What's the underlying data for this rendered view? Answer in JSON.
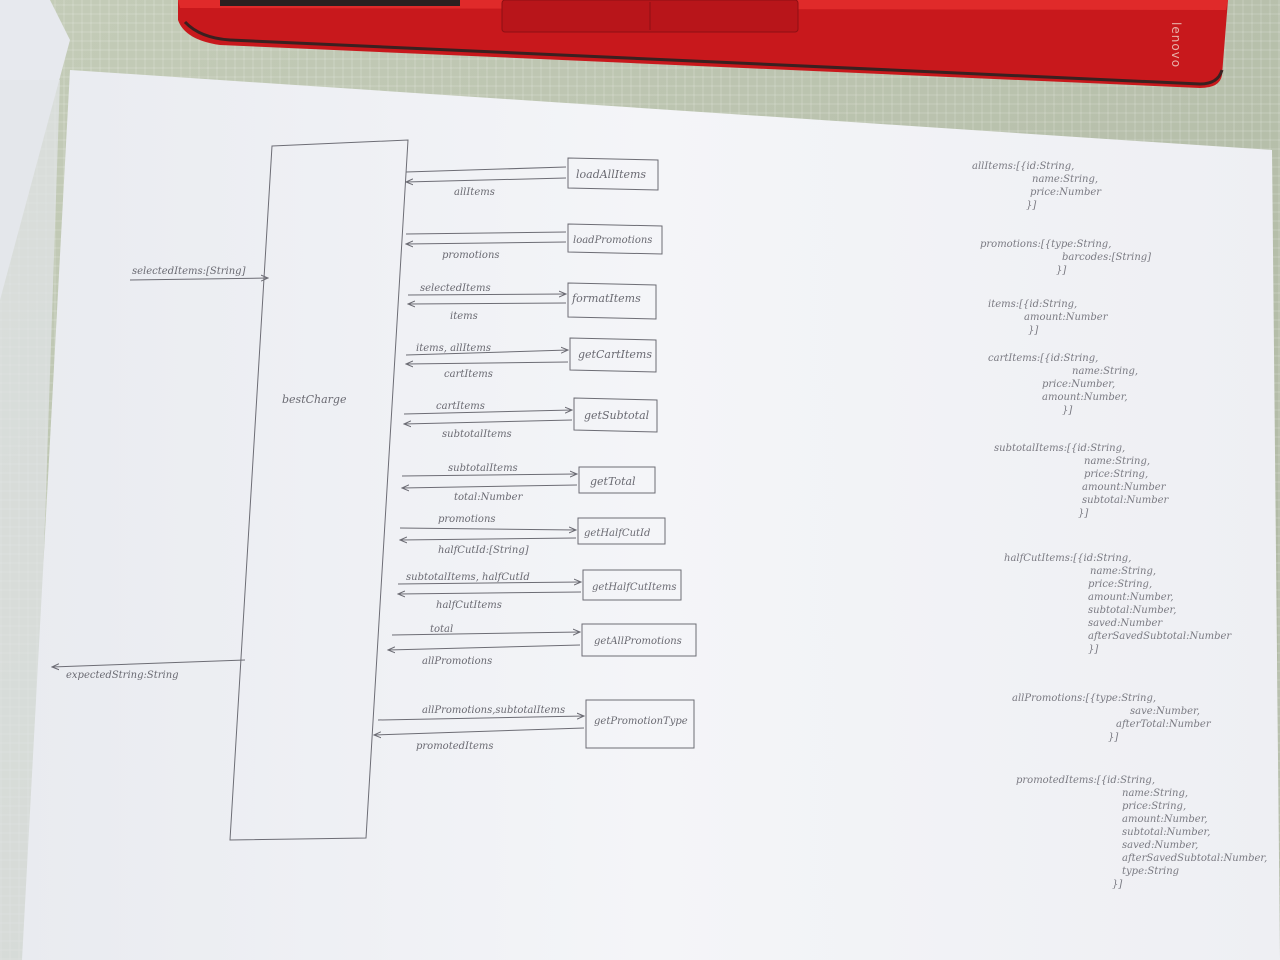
{
  "laptop": {
    "brand": "lenovo"
  },
  "diagram": {
    "lifeline_label": "bestCharge",
    "input_label": "selectedItems:[String]",
    "output_label": "expectedString:String",
    "steps": [
      {
        "function": "loadAllItems",
        "sent": "",
        "returned": "allItems"
      },
      {
        "function": "loadPromotions",
        "sent": "",
        "returned": "promotions"
      },
      {
        "function": "formatItems",
        "sent": "selectedItems",
        "returned": "items"
      },
      {
        "function": "getCartItems",
        "sent": "items, allItems",
        "returned": "cartItems"
      },
      {
        "function": "getSubtotal",
        "sent": "cartItems",
        "returned": "subtotalItems"
      },
      {
        "function": "getTotal",
        "sent": "subtotalItems",
        "returned": "total:Number"
      },
      {
        "function": "getHalfCutId",
        "sent": "promotions",
        "returned": "halfCutId:[String]"
      },
      {
        "function": "getHalfCutItems",
        "sent": "subtotalItems, halfCutId",
        "returned": "halfCutItems"
      },
      {
        "function": "getAllPromotions",
        "sent": "total",
        "returned": "allPromotions"
      },
      {
        "function": "getPromotionType",
        "sent": "allPromotions,subtotalItems",
        "returned": "promotedItems"
      }
    ]
  },
  "notes": [
    [
      "allItems:[{id:String,",
      "name:String,",
      "price:Number",
      "}]"
    ],
    [
      "promotions:[{type:String,",
      "barcodes:[String]",
      "}]"
    ],
    [
      "items:[{id:String,",
      "amount:Number",
      "}]"
    ],
    [
      "cartItems:[{id:String,",
      "name:String,",
      "price:Number,",
      "amount:Number,",
      "}]"
    ],
    [
      "subtotalItems:[{id:String,",
      "name:String,",
      "price:String,",
      "amount:Number",
      "subtotal:Number",
      "}]"
    ],
    [
      "halfCutItems:[{id:String,",
      "name:String,",
      "price:String,",
      "amount:Number,",
      "subtotal:Number,",
      "saved:Number",
      "afterSavedSubtotal:Number",
      "}]"
    ],
    [
      "allPromotions:[{type:String,",
      "save:Number,",
      "afterTotal:Number",
      "}]"
    ],
    [
      "promotedItems:[{id:String,",
      "name:String,",
      "price:String,",
      "amount:Number,",
      "subtotal:Number,",
      "saved:Number,",
      "afterSavedSubtotal:Number,",
      "type:String",
      "}]"
    ]
  ]
}
